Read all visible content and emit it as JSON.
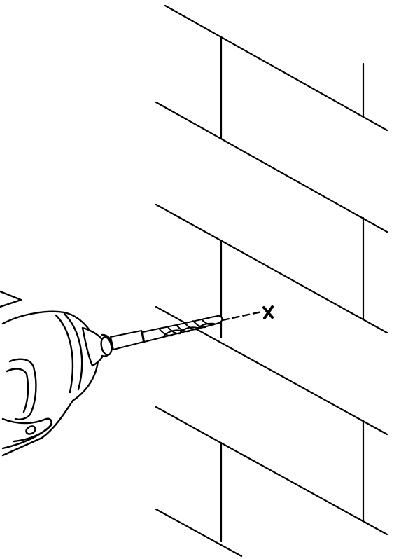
{
  "diagram": {
    "subject": "drilling-into-brick-wall",
    "colors": {
      "line": "#000000",
      "background": "#ffffff"
    },
    "elements": {
      "wall": "brick-wall",
      "tool": "power-drill",
      "bit": "drill-bit",
      "guide": "dashed-guide-line",
      "target": "target-x-mark",
      "motion": "motion-chevron"
    }
  }
}
